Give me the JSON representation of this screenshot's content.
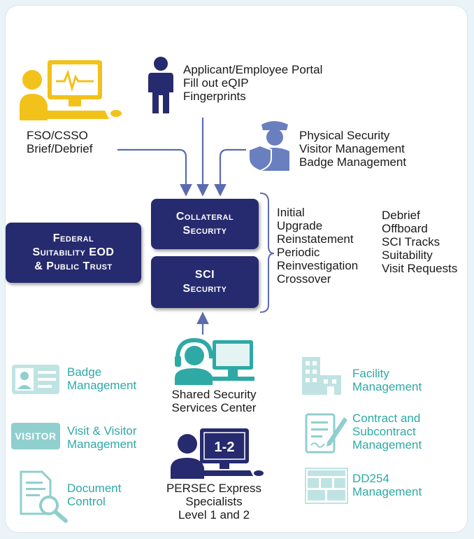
{
  "top": {
    "applicant": "Applicant/Employee Portal\nFill out eQIP\nFingerprints",
    "fso": "FSO/CSSO\nBrief/Debrief",
    "physical": "Physical Security\nVisitor Management\nBadge Management"
  },
  "boxes": {
    "collateral": "Collateral\nSecurity",
    "sci": "SCI\nSecurity",
    "federal": "Federal\nSuitability EOD\n& Public Trust"
  },
  "lists": {
    "left": "Initial\nUpgrade\nReinstatement\nPeriodic\nReinvestigation\nCrossover",
    "right": "Debrief\nOffboard\nSCI Tracks\nSuitability\nVisit Requests"
  },
  "center": {
    "shared": "Shared Security\nServices Center",
    "persec": "PERSEC Express\nSpecialists\nLevel 1 and 2",
    "screen_text": "1-2"
  },
  "modules": {
    "badge": "Badge\nManagement",
    "visit": "Visit & Visitor\nManagement",
    "visitor_card": "VISITOR",
    "document": "Document\nControl",
    "facility": "Facility\nManagement",
    "contract": "Contract and\nSubcontract\nManagement",
    "dd254": "DD254\nManagement"
  },
  "colors": {
    "navy": "#262a6e",
    "gold": "#f2c21b",
    "teal": "#2ea9a5",
    "light_teal": "#bfe3e2",
    "slate_blue": "#6a7fc0"
  }
}
